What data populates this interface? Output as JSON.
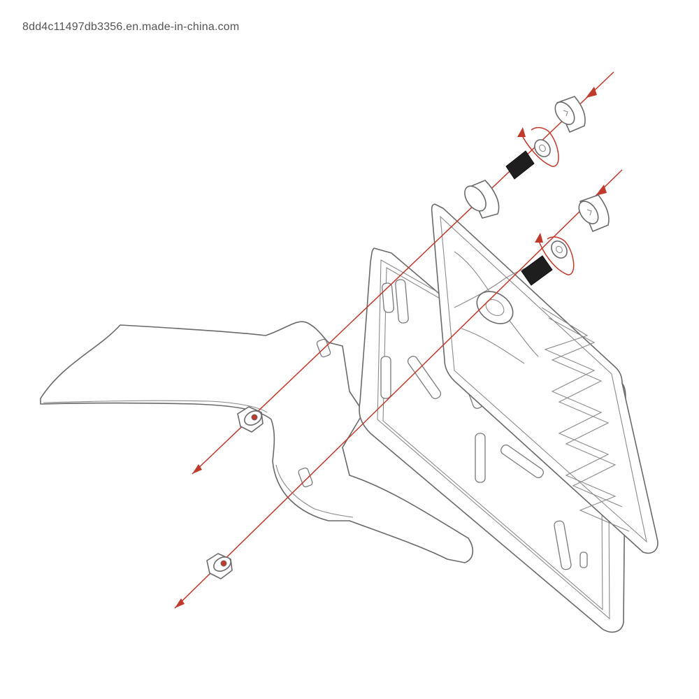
{
  "watermark": {
    "text": "8dd4c11497db3356.en.made-in-china.com"
  },
  "colors": {
    "assembly_arrow": "#c0392b",
    "part_outline": "#6a6a6a",
    "spacer_fill": "#1e1e1e",
    "background": "#ffffff"
  },
  "parts": [
    "bracket-arm",
    "license-plate-frame",
    "license-plate",
    "spacer-washer",
    "threaded-spacer",
    "rubber-washer",
    "end-cap",
    "flange-nut"
  ]
}
